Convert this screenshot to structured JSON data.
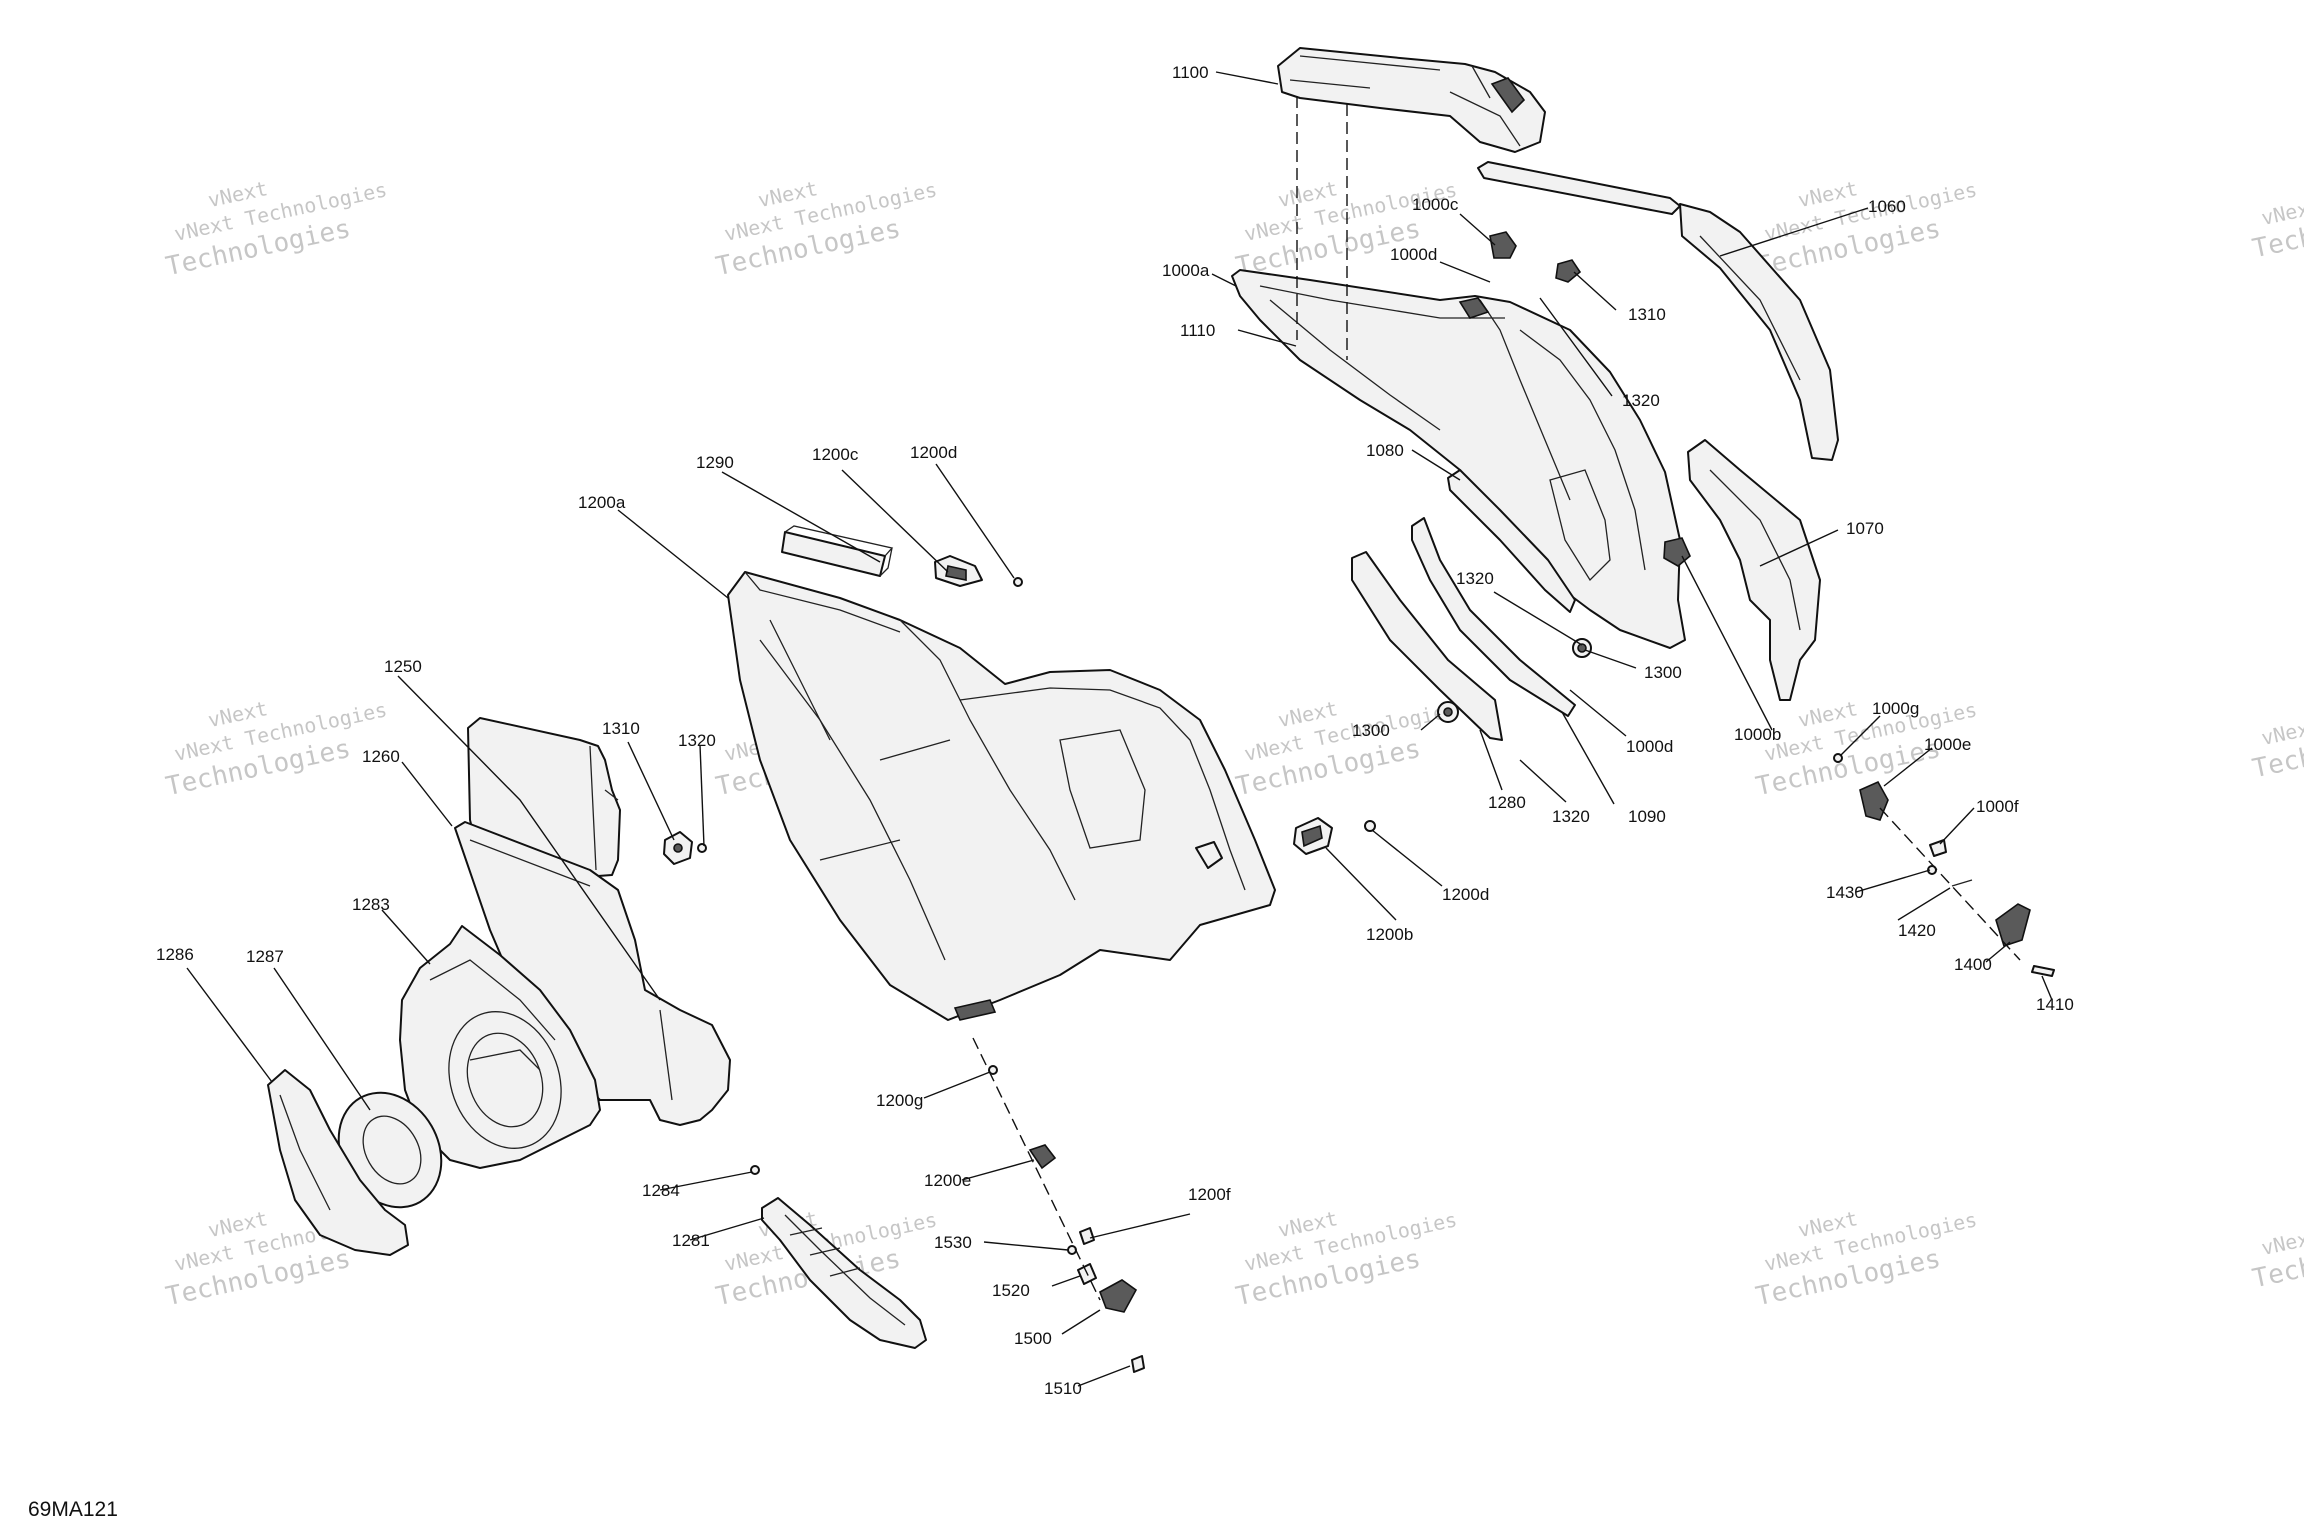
{
  "figure_id": "69MA121",
  "watermark": {
    "line1": "vNext",
    "line2": "vNext Technologies",
    "line3": "Technologies"
  },
  "callouts": [
    {
      "id": "c1100",
      "label": "1100"
    },
    {
      "id": "c1060",
      "label": "1060"
    },
    {
      "id": "c1000c",
      "label": "1000c"
    },
    {
      "id": "c1000d_top",
      "label": "1000d"
    },
    {
      "id": "c1000a",
      "label": "1000a"
    },
    {
      "id": "c1310_top",
      "label": "1310"
    },
    {
      "id": "c1110",
      "label": "1110"
    },
    {
      "id": "c1320_top",
      "label": "1320"
    },
    {
      "id": "c1080",
      "label": "1080"
    },
    {
      "id": "c1070",
      "label": "1070"
    },
    {
      "id": "c1290",
      "label": "1290"
    },
    {
      "id": "c1200c",
      "label": "1200c"
    },
    {
      "id": "c1200d_top",
      "label": "1200d"
    },
    {
      "id": "c1200a",
      "label": "1200a"
    },
    {
      "id": "c1320_mid",
      "label": "1320"
    },
    {
      "id": "c1300_right",
      "label": "1300"
    },
    {
      "id": "c1300_left",
      "label": "1300"
    },
    {
      "id": "c1000d_mid",
      "label": "1000d"
    },
    {
      "id": "c1000b",
      "label": "1000b"
    },
    {
      "id": "c1000g",
      "label": "1000g"
    },
    {
      "id": "c1000e",
      "label": "1000e"
    },
    {
      "id": "c1000f",
      "label": "1000f"
    },
    {
      "id": "c1250",
      "label": "1250"
    },
    {
      "id": "c1310_left",
      "label": "1310"
    },
    {
      "id": "c1320_left",
      "label": "1320"
    },
    {
      "id": "c1260",
      "label": "1260"
    },
    {
      "id": "c1280",
      "label": "1280"
    },
    {
      "id": "c1320_low",
      "label": "1320"
    },
    {
      "id": "c1090",
      "label": "1090"
    },
    {
      "id": "c1200d_mid",
      "label": "1200d"
    },
    {
      "id": "c1200b",
      "label": "1200b"
    },
    {
      "id": "c1430",
      "label": "1430"
    },
    {
      "id": "c1420",
      "label": "1420"
    },
    {
      "id": "c1400",
      "label": "1400"
    },
    {
      "id": "c1410",
      "label": "1410"
    },
    {
      "id": "c1283",
      "label": "1283"
    },
    {
      "id": "c1286",
      "label": "1286"
    },
    {
      "id": "c1287",
      "label": "1287"
    },
    {
      "id": "c1200g",
      "label": "1200g"
    },
    {
      "id": "c1200e",
      "label": "1200e"
    },
    {
      "id": "c1284",
      "label": "1284"
    },
    {
      "id": "c1200f",
      "label": "1200f"
    },
    {
      "id": "c1281",
      "label": "1281"
    },
    {
      "id": "c1530",
      "label": "1530"
    },
    {
      "id": "c1520",
      "label": "1520"
    },
    {
      "id": "c1500",
      "label": "1500"
    },
    {
      "id": "c1510",
      "label": "1510"
    }
  ]
}
